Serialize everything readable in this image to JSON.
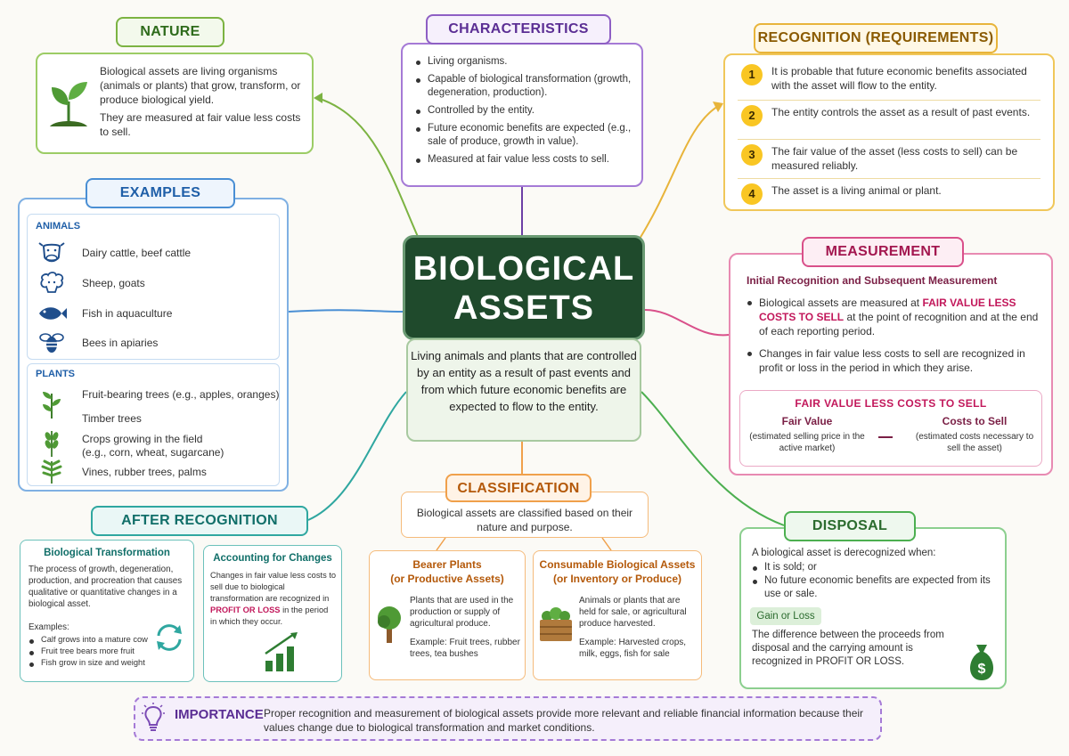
{
  "center": {
    "title_line1": "BIOLOGICAL",
    "title_line2": "ASSETS",
    "description": "Living animals and plants that are controlled by an entity as a result of past events and from which future economic benefits are expected to flow to the entity."
  },
  "nature": {
    "title": "NATURE",
    "text1": "Biological assets are living organisms (animals or plants) that grow, transform, or produce biological yield.",
    "text2": "They are measured at fair value less costs to sell."
  },
  "characteristics": {
    "title": "CHARACTERISTICS",
    "items": [
      "Living organisms.",
      "Capable of biological transformation (growth, degeneration, production).",
      "Controlled by the entity.",
      "Future economic benefits are expected (e.g., sale of produce, growth in value).",
      "Measured at fair value less costs to sell."
    ]
  },
  "recognition": {
    "title": "RECOGNITION (REQUIREMENTS)",
    "items": [
      {
        "num": "1",
        "text": "It is probable that future economic benefits associated with the asset will flow to the entity."
      },
      {
        "num": "2",
        "text": "The entity controls the asset as a result of past events."
      },
      {
        "num": "3",
        "text": "The fair value of the asset (less costs to sell) can be measured reliably."
      },
      {
        "num": "4",
        "text": "The asset is a living animal or plant."
      }
    ]
  },
  "examples": {
    "title": "EXAMPLES",
    "animals_heading": "ANIMALS",
    "animals": [
      "Dairy cattle, beef cattle",
      "Sheep, goats",
      "Fish in aquaculture",
      "Bees in apiaries"
    ],
    "plants_heading": "PLANTS",
    "plants": [
      "Fruit-bearing trees (e.g., apples, oranges)",
      "Timber trees",
      "Crops growing in the field",
      "(e.g., corn, wheat, sugarcane)",
      "Vines, rubber trees, palms"
    ]
  },
  "measurement": {
    "title": "MEASUREMENT",
    "subtitle": "Initial Recognition and Subsequent Measurement",
    "item1_pre": "Biological assets are measured at",
    "item1_hl": "FAIR VALUE LESS COSTS TO SELL",
    "item1_post": "at the point of recognition and at the end of each reporting period.",
    "item2": "Changes in fair value less costs to sell are recognized in profit or loss in the period in which they arise.",
    "formula_title": "FAIR VALUE LESS COSTS TO SELL",
    "fair_value": "Fair Value",
    "fair_value_desc": "(estimated selling price in the active market)",
    "costs": "Costs to Sell",
    "costs_desc": "(estimated costs necessary to sell the asset)"
  },
  "after_recognition": {
    "title": "AFTER RECOGNITION",
    "left_title": "Biological Transformation",
    "left_text": "The process of growth, degeneration, production, and procreation that causes qualitative or quantitative changes in a biological asset.",
    "examples_label": "Examples:",
    "examples": [
      "Calf grows into a mature cow",
      "Fruit tree bears more fruit",
      "Fish grow in size and weight"
    ],
    "right_title": "Accounting for Changes",
    "right_pre": "Changes in fair value less costs to sell due to biological transformation are recognized in",
    "right_hl": "PROFIT OR LOSS",
    "right_post": "in the period in which they occur."
  },
  "classification": {
    "title": "CLASSIFICATION",
    "text": "Biological assets are classified based on their nature and purpose.",
    "bearer_title1": "Bearer Plants",
    "bearer_title2": "(or Productive Assets)",
    "bearer_text": "Plants that are used in the production or supply of agricultural produce.",
    "bearer_example": "Example: Fruit trees, rubber trees, tea bushes",
    "consumable_title1": "Consumable Biological Assets",
    "consumable_title2": "(or Inventory or Produce)",
    "consumable_text": "Animals or plants that are held for sale, or agricultural produce harvested.",
    "consumable_example": "Example: Harvested crops, milk, eggs, fish for sale"
  },
  "disposal": {
    "title": "DISPOSAL",
    "intro": "A biological asset is derecognized when:",
    "items": [
      "It is sold; or",
      "No future economic benefits are expected from its use or sale."
    ],
    "badge": "Gain or Loss",
    "text": "The difference between the proceeds from disposal and the carrying amount is recognized in PROFIT OR LOSS."
  },
  "importance": {
    "label": "IMPORTANCE",
    "text": "Proper recognition and measurement of biological assets provide more relevant and reliable financial information because their values change due to biological transformation and market conditions."
  },
  "colors": {
    "nature": "#7cb342",
    "characteristics": "#8e5fc4",
    "recognition": "#e8b43a",
    "examples": "#4a8fd4",
    "measurement": "#d9508a",
    "after_recognition": "#2fa7a0",
    "classification": "#f0a04b",
    "disposal": "#4caf50",
    "center": "#1f4a2c"
  }
}
